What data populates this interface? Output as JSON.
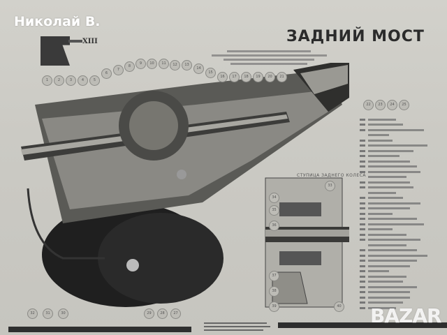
{
  "watermark": {
    "user_name": "Николай В.",
    "site_logo": "BAZAR"
  },
  "poster": {
    "title": "ЗАДНИЙ МОСТ",
    "series_mark": "XIII",
    "section_label": "СТУПИЦА ЗАДНЕГО КОЛЕСА",
    "colors": {
      "paper": "#cbcac4",
      "ink": "#2b2b2b"
    },
    "callouts_top_left": [
      "1",
      "2",
      "3",
      "4",
      "5",
      "6",
      "7",
      "8",
      "9",
      "10",
      "11",
      "12"
    ],
    "callouts_top_right": [
      "13",
      "14",
      "15",
      "16",
      "17",
      "18",
      "19",
      "20",
      "21"
    ],
    "callouts_right": [
      "22",
      "23",
      "24",
      "25"
    ],
    "callouts_bottom": [
      "32",
      "31",
      "30",
      "29",
      "28",
      "27"
    ],
    "callouts_hub": [
      "33",
      "34",
      "35",
      "36",
      "37",
      "38",
      "39",
      "40"
    ],
    "legend_count": 41
  }
}
